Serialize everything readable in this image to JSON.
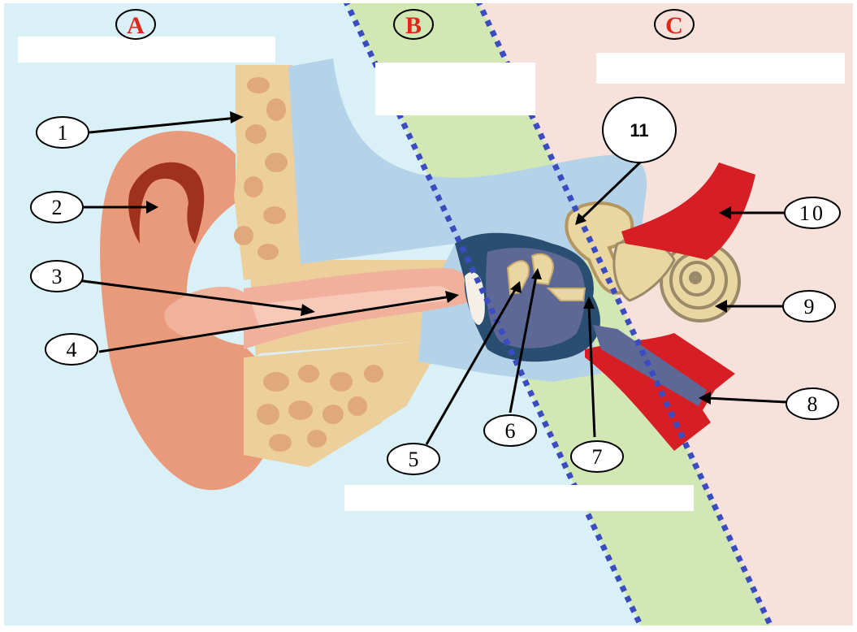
{
  "sections": {
    "a": "A",
    "b": "B",
    "c": "C"
  },
  "callouts": [
    "1",
    "2",
    "3",
    "4",
    "5",
    "6",
    "7",
    "8",
    "9",
    "10",
    "11"
  ],
  "colors": {
    "outer_bg": "#d9f0f7",
    "middle_band": "#d2e8b4",
    "inner_bg": "#f7e1db",
    "section_letter": "#e0251b",
    "cartilage": "#eccf9a",
    "bone": "#b4d2e8",
    "artery": "#d81e25",
    "ossicle": "#e9d6a0",
    "tympanic_cavity": "#5e6896",
    "dash_line": "#3a4cc0"
  }
}
